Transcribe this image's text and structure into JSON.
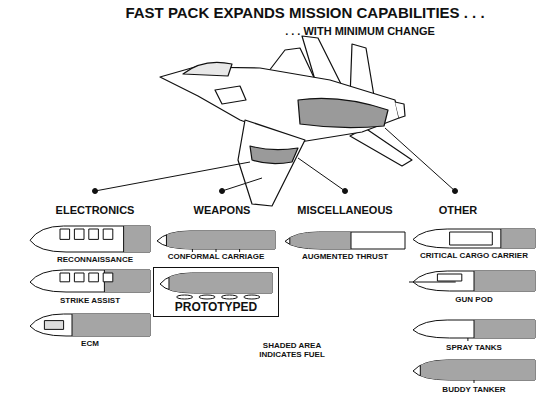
{
  "diagram": {
    "title": "FAST PACK EXPANDS MISSION CAPABILITIES . . .",
    "nodes": [
      {
        "text": [
          "PROTOTYPED"
        ]
      }
    ],
    "labels": [
      ". . . WITH MINIMUM CHANGE",
      "ELECTRONICS",
      "WEAPONS",
      "MISCELLANEOUS",
      "OTHER",
      "RECONNAISSANCE",
      "CONFORMAL CARRIAGE",
      "AUGMENTED THRUST",
      "CRITICAL CARGO CARRIER",
      "STRIKE ASSIST",
      "GUN POD",
      "SHADED AREA INDICATES FUEL",
      "ECM",
      "SPRAY TANKS",
      "BUDDY TANKER"
    ]
  }
}
